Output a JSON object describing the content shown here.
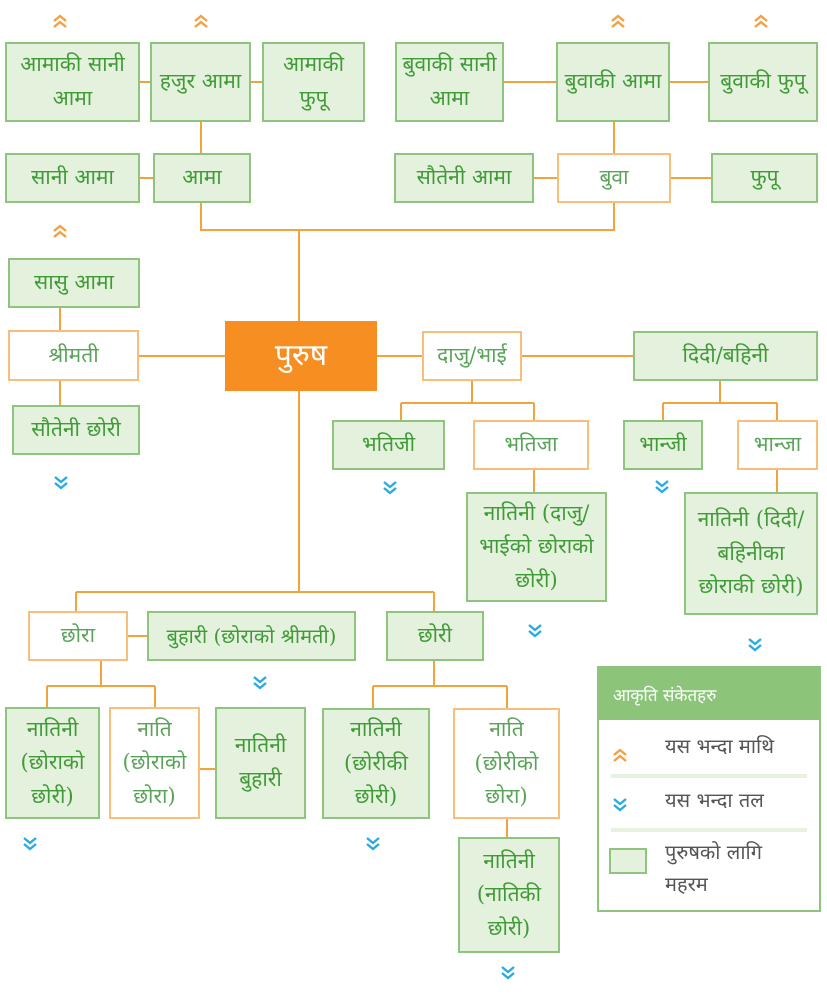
{
  "colors": {
    "mahram_fill": "#e4f1dc",
    "mahram_border": "#8ec47f",
    "plain_border": "#f7be7c",
    "center_fill": "#f68e21",
    "line": "#f2a33c",
    "up_arrow": "#f4a041",
    "down_arrow": "#29abe2",
    "legend_header": "#8cc57a"
  },
  "nodes": {
    "amaki_sani_ama": "आमाकी सानी आमा",
    "hajur_ama": "हजुर आमा",
    "amaki_fupu": "आमाकी फुपू",
    "buwaki_sani_ama": "बुवाकी सानी आमा",
    "buwaki_ama": "बुवाकी आमा",
    "buwaki_fupu": "बुवाकी फुपू",
    "sani_ama": "सानी आमा",
    "ama": "आमा",
    "sauteni_ama": "सौतेनी आमा",
    "buwa": "बुवा",
    "fupu": "फुपू",
    "sasu_ama": "सासु आमा",
    "shrimati": "श्रीमती",
    "purush": "पुरुष",
    "daju_bhai": "दाजु/भाई",
    "didi_bahini": "दिदी/बहिनी",
    "sauteni_chhori": "सौतेनी छोरी",
    "bhatiji": "भतिजी",
    "bhatija": "भतिजा",
    "bhanji": "भान्जी",
    "bhanja": "भान्जा",
    "natini_daju_bhai": "नातिनी (दाजु/भाईको छोराको छोरी)",
    "natini_didi_bahini": "नातिनी (दिदी/बहिनीका छोराकी छोरी)",
    "chhora": "छोरा",
    "buhari": "बुहारी (छोराको श्रीमती)",
    "chhori": "छोरी",
    "natini_chhorako_chhori": "नातिनी (छोराको छोरी)",
    "nati_chhorako_chhora": "नाति (छोराको छोरा)",
    "natini_buhari": "नातिनी बुहारी",
    "natini_chhoriki_chhori": "नातिनी (छोरीकी छोरी)",
    "nati_chhoriko_chhora": "नाति (छोरीको छोरा)",
    "natini_natiki_chhori": "नातिनी (नातिकी छोरी)"
  },
  "legend": {
    "title": "आकृति संकेतहरु",
    "above": "यस भन्दा माथि",
    "below": "यस भन्दा तल",
    "mahram": "पुरुषको लागि महरम"
  },
  "icons": {
    "up": "double-chevron-up-icon",
    "down": "double-chevron-down-icon"
  }
}
